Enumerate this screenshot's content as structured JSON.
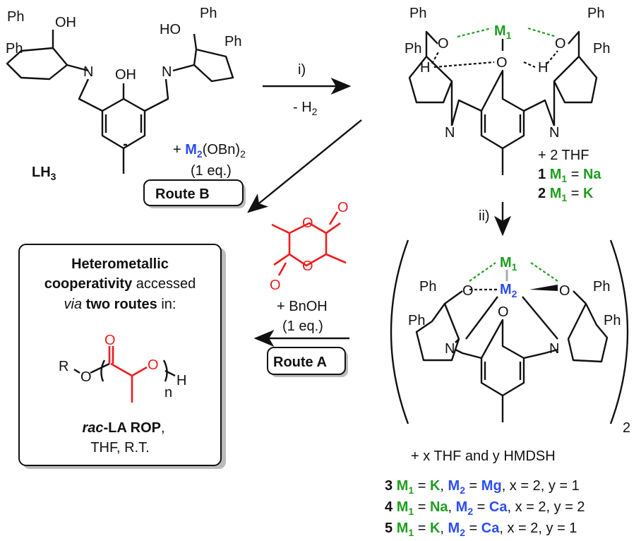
{
  "colors": {
    "metal1": "#1f9e1f",
    "metal2": "#2b4df2",
    "lactide": "#ee1c1c",
    "text": "#111111"
  },
  "ligand": {
    "label": "LH",
    "label_sub": "3",
    "ph": "Ph",
    "oh": "OH",
    "ho": "HO",
    "n": "N"
  },
  "step_i": {
    "label": "i)",
    "byproduct": "- H",
    "byproduct_sub": "2"
  },
  "step_ii": {
    "label": "ii)"
  },
  "route_b": {
    "reagent_metal": "M",
    "reagent_metal_sub": "2",
    "reagent_rest": "(OBn)",
    "reagent_rest_sub": "2",
    "equiv": "(1 eq.)",
    "label": "Route B"
  },
  "route_a": {
    "reagent": "+ BnOH",
    "equiv": "(1 eq.)",
    "label": "Route A"
  },
  "complex_top": {
    "m1": "M",
    "m1_sub": "1",
    "o": "O",
    "h": "H",
    "adduct": "+ 2 THF",
    "entries": [
      {
        "num": "1",
        "m": "M",
        "m_sub": "1",
        "eq": " = ",
        "metal": "Na"
      },
      {
        "num": "2",
        "m": "M",
        "m_sub": "1",
        "eq": " = ",
        "metal": "K"
      }
    ]
  },
  "complex_bottom": {
    "m1": "M",
    "m1_sub": "1",
    "m2": "M",
    "m2_sub": "2",
    "multiplier": "2",
    "adduct": "+ x THF and y HMDSH",
    "entries": [
      {
        "num": "3",
        "m1_metal": "K",
        "m2_metal": "Mg",
        "rest": ", x = 2, y = 1"
      },
      {
        "num": "4",
        "m1_metal": "Na",
        "m2_metal": "Ca",
        "rest": ", x = 2, y = 2"
      },
      {
        "num": "5",
        "m1_metal": "K",
        "m2_metal": "Ca",
        "rest": ", x = 2, y = 1"
      }
    ]
  },
  "summary_box": {
    "line1": "Heterometallic",
    "line2_bold": "cooperativity",
    "line2_rest": " accessed",
    "line3_italic": "via",
    "line3_bold": " two routes",
    "line3_rest": " in:",
    "polymer": {
      "r": "R",
      "o": "O",
      "n": "n",
      "h": "H"
    },
    "line4_italic": "rac",
    "line4_bold": "-LA ROP",
    "line4_rest": ",",
    "line5": "THF, R.T."
  }
}
